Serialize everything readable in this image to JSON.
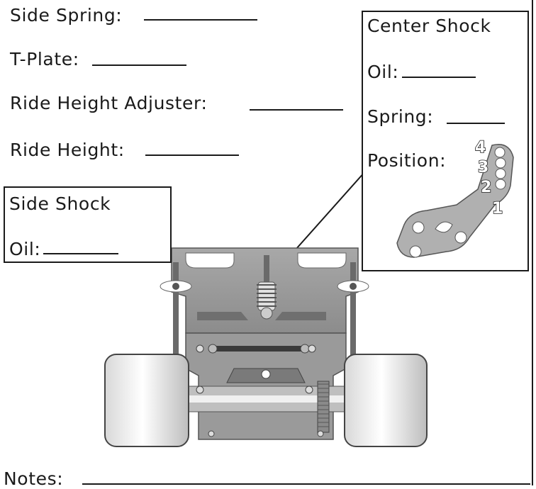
{
  "setup_sheet": {
    "side_spring": "Side Spring:",
    "t_plate": "T-Plate:",
    "ride_height_adjuster": "Ride Height Adjuster:",
    "ride_height": "Ride Height:",
    "notes": "Notes:"
  },
  "center_shock": {
    "title": "Center Shock",
    "oil": "Oil:",
    "spring": "Spring:",
    "position": "Position:",
    "positions": [
      "4",
      "3",
      "2",
      "1"
    ]
  },
  "side_shock": {
    "title": "Side Shock",
    "oil": "Oil:"
  }
}
